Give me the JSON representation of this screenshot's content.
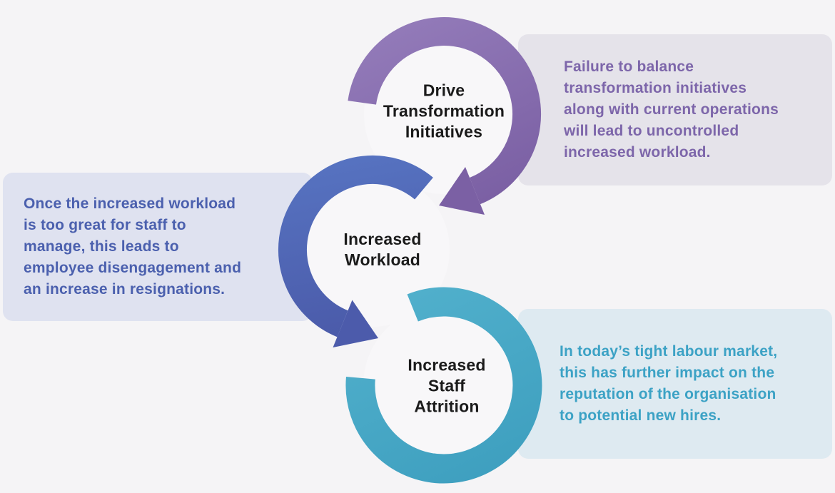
{
  "diagram": {
    "background_color": "#F5F4F6",
    "nodes": [
      {
        "id": "drive-transformation-initiatives",
        "label": "Drive\nTransformation\nInitiatives",
        "ring_color": "#8B6FAE"
      },
      {
        "id": "increased-workload",
        "label": "Increased\nWorkload",
        "ring_color": "#5068B4"
      },
      {
        "id": "increased-staff-attrition",
        "label": "Increased\nStaff\nAttrition",
        "ring_color": "#47A7C4"
      }
    ],
    "callouts": [
      {
        "id": "uncontrolled-workload",
        "text": "Failure to balance\ntransformation initiatives\nalong with current operations\nwill lead to uncontrolled\nincreased workload.",
        "text_color": "#7D66AA",
        "background_color": "#E5E3EA"
      },
      {
        "id": "employee-disengagement",
        "text": "Once the increased workload\nis too great for staff to\nmanage, this leads to\nemployee disengagement and\nan increase in resignations.",
        "text_color": "#4B60AE",
        "background_color": "#DFE2F0"
      },
      {
        "id": "reputation-impact",
        "text": "In today’s tight labour market,\nthis has further impact on the\nreputation of the organisation\nto potential new hires.",
        "text_color": "#3CA2C5",
        "background_color": "#DEEAF1"
      }
    ]
  }
}
